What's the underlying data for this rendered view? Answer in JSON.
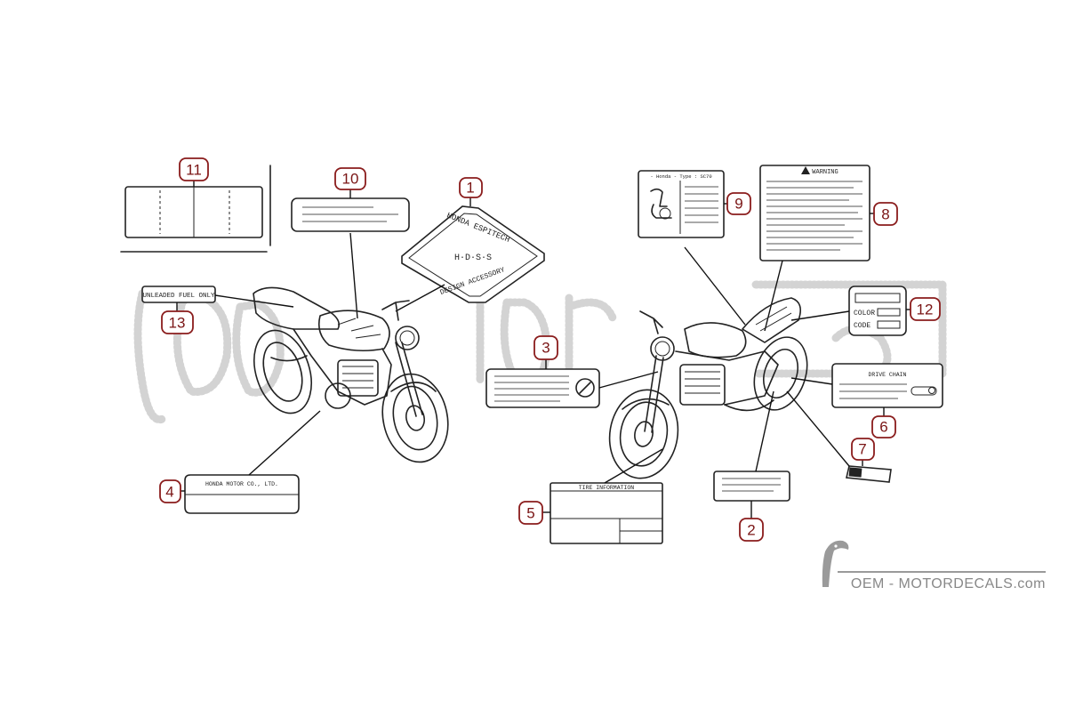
{
  "diagram": {
    "callouts": [
      {
        "id": "1",
        "label": "1"
      },
      {
        "id": "2",
        "label": "2"
      },
      {
        "id": "3",
        "label": "3"
      },
      {
        "id": "4",
        "label": "4"
      },
      {
        "id": "5",
        "label": "5"
      },
      {
        "id": "6",
        "label": "6"
      },
      {
        "id": "7",
        "label": "7"
      },
      {
        "id": "8",
        "label": "8"
      },
      {
        "id": "9",
        "label": "9"
      },
      {
        "id": "10",
        "label": "10"
      },
      {
        "id": "11",
        "label": "11"
      },
      {
        "id": "12",
        "label": "12"
      },
      {
        "id": "13",
        "label": "13"
      }
    ],
    "labels": {
      "unleaded": "UNLEADED FUEL ONLY",
      "honda_motor": "HONDA MOTOR CO., LTD.",
      "tire_info": "TIRE INFORMATION",
      "drive_chain": "DRIVE CHAIN",
      "warning": "WARNING",
      "honda_type": "- Honda - Type : SC70",
      "color": "COLOR",
      "code": "CODE",
      "emblem_top": "HONDA ESPITECH",
      "emblem_mid": "H·D·S·S",
      "emblem_bottom": "DESIGN ACCESSORY"
    },
    "watermark": {
      "brand": "OEM - MOTORDECALS.com"
    }
  }
}
